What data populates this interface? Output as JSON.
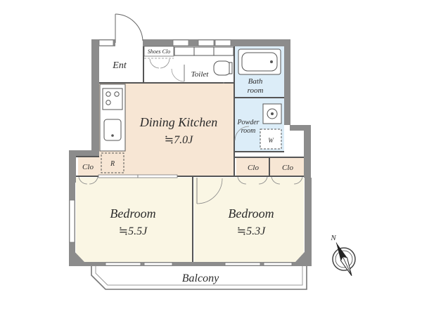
{
  "rooms": {
    "entrance": "Ent",
    "shoes_closet": "Shoes Clo",
    "toilet": "Toilet",
    "bath_line1": "Bath",
    "bath_line2": "room",
    "powder_line1": "Powder",
    "powder_line2": "room",
    "washer": "W",
    "dining_kitchen": "Dining Kitchen",
    "dining_kitchen_size": "≒7.0J",
    "refrigerator": "R",
    "closet_left": "Clo",
    "closet_mid": "Clo",
    "closet_right": "Clo",
    "bedroom_left": "Bedroom",
    "bedroom_left_size": "≒5.5J",
    "bedroom_right": "Bedroom",
    "bedroom_right_size": "≒5.3J",
    "balcony": "Balcony"
  },
  "compass": {
    "north_label": "N"
  },
  "colors": {
    "wall": "#8c8c8c",
    "dining_kitchen": "#f7e6d4",
    "bedroom": "#faf6e4",
    "wet_area": "#dcedf8",
    "line": "#555555"
  }
}
